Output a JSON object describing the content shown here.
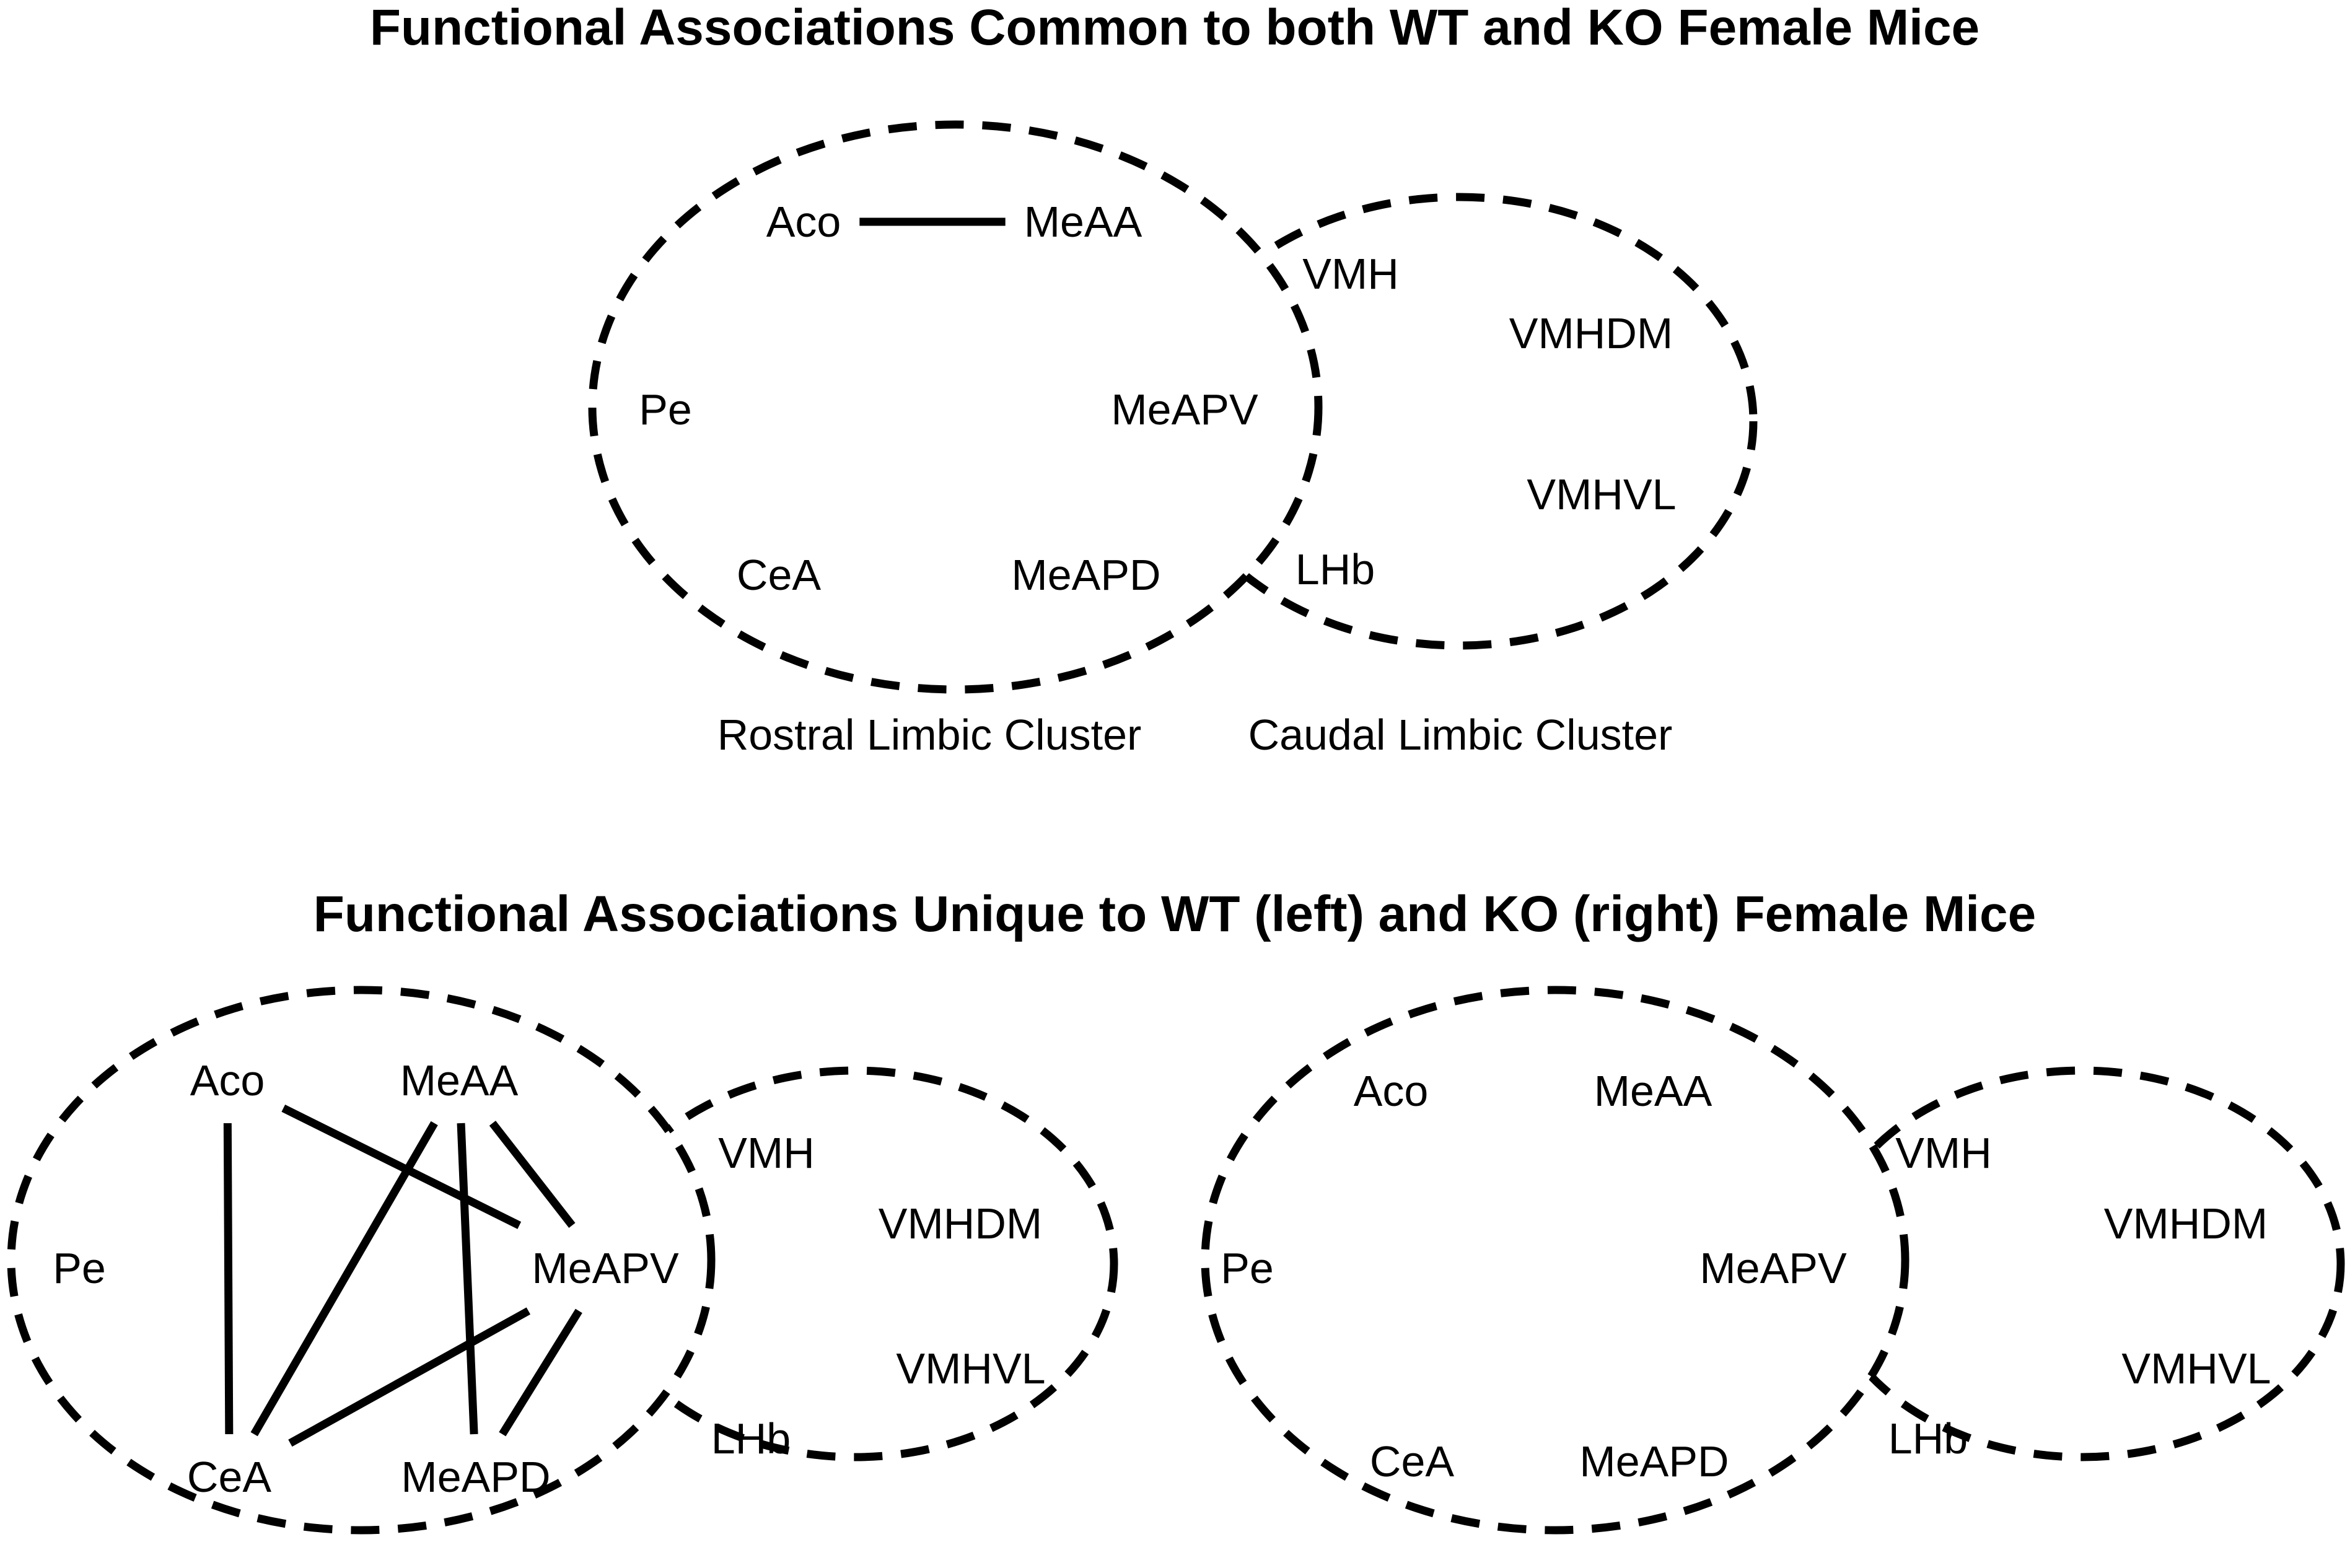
{
  "titles": {
    "top": "Functional Associations Common to both WT and KO Female Mice",
    "bottom": "Functional Associations Unique to WT (left) and KO (right) Female Mice"
  },
  "cluster_labels": {
    "rostral": "Rostral Limbic Cluster",
    "caudal": "Caudal Limbic Cluster"
  },
  "region_names": {
    "Aco": "Aco",
    "MeAA": "MeAA",
    "Pe": "Pe",
    "MeAPV": "MeAPV",
    "CeA": "CeA",
    "MeAPD": "MeAPD",
    "VMH": "VMH",
    "VMHDM": "VMHDM",
    "VMHVL": "VMHVL",
    "LHb": "LHb"
  },
  "panels": [
    {
      "id": "common",
      "edges": [
        [
          "Aco",
          "MeAA"
        ]
      ]
    },
    {
      "id": "wt-unique",
      "edges": [
        [
          "Aco",
          "CeA"
        ],
        [
          "Aco",
          "MeAPV"
        ],
        [
          "MeAA",
          "CeA"
        ],
        [
          "MeAA",
          "MeAPD"
        ],
        [
          "MeAA",
          "MeAPV"
        ],
        [
          "MeAPV",
          "CeA"
        ],
        [
          "MeAPV",
          "MeAPD"
        ]
      ]
    },
    {
      "id": "ko-unique",
      "edges": []
    }
  ]
}
